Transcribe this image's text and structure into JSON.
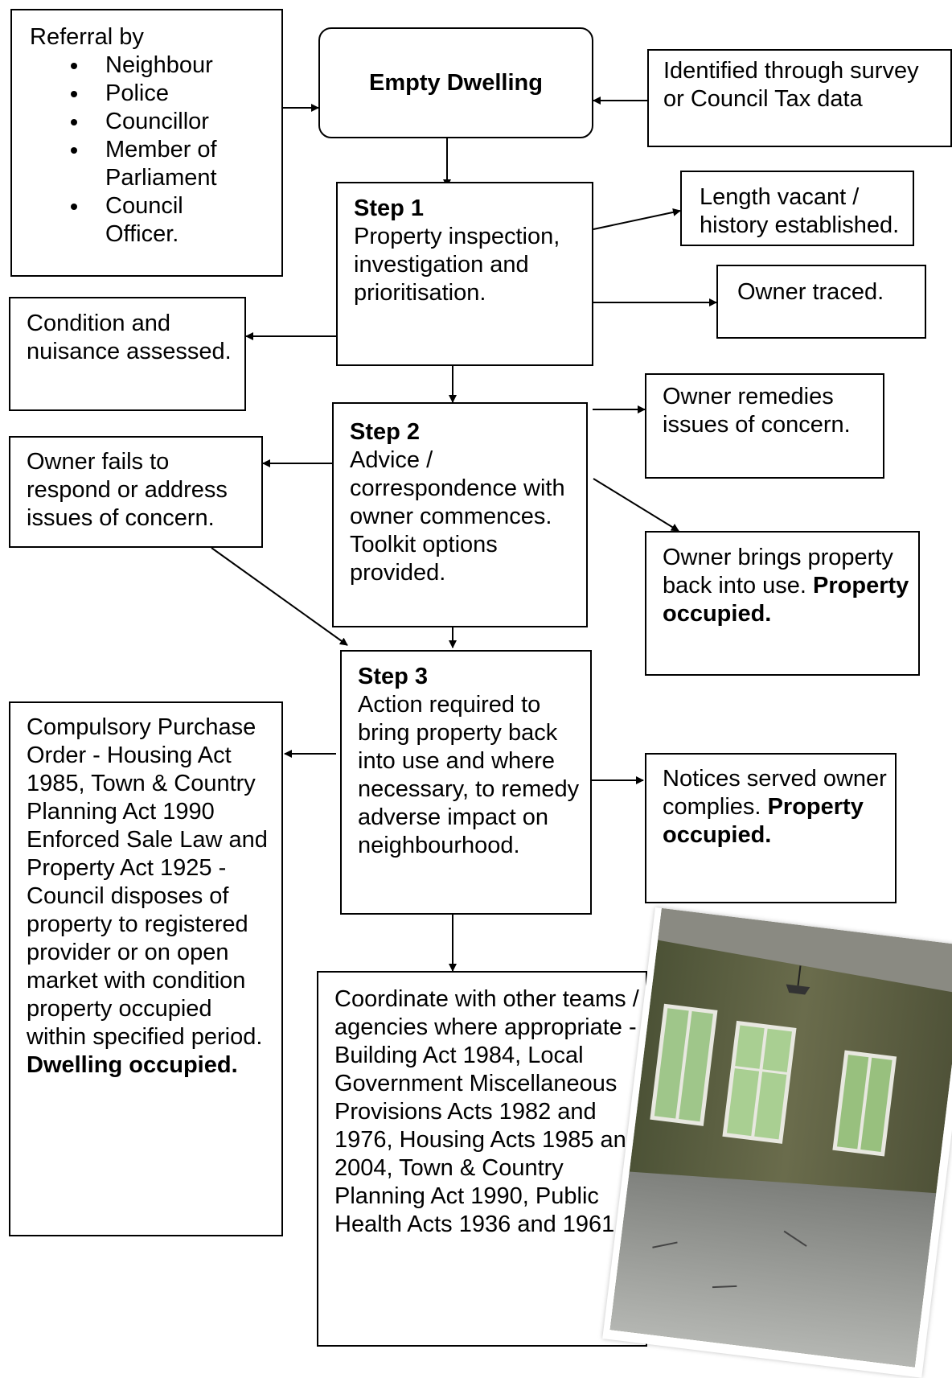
{
  "referral": {
    "title": "Referral by",
    "items": [
      "Neighbour",
      "Police",
      "Councillor",
      "Member of Parliament",
      "Council Officer."
    ]
  },
  "empty_dwelling": "Empty Dwelling",
  "identified": "Identified through survey or Council Tax data",
  "step1": {
    "title": "Step 1",
    "text": "Property inspection, investigation and prioritisation."
  },
  "length_vacant": "Length vacant / history established.",
  "owner_traced": "Owner traced.",
  "condition": "Condition and nuisance assessed.",
  "step2": {
    "title": "Step 2",
    "text": "Advice / correspondence with owner commences. Toolkit options provided."
  },
  "owner_remedies": "Owner remedies issues of concern.",
  "owner_fails": "Owner fails to respond or address issues of concern.",
  "owner_brings": {
    "text": "Owner brings property back into use.",
    "bold": "Property occupied."
  },
  "step3": {
    "title": "Step 3",
    "text": "Action required to bring property back into use and where necessary, to remedy adverse impact on neighbourhood."
  },
  "cpo": {
    "text": "Compulsory Purchase Order - Housing Act 1985, Town & Country Planning Act 1990 Enforced Sale Law and Property Act 1925 - Council disposes of property to registered provider or on open market with condition property occupied within specified period.",
    "bold": "Dwelling occupied."
  },
  "notices": {
    "text": "Notices served owner complies.",
    "bold": "Property occupied."
  },
  "coordinate": "Coordinate with other teams / agencies where appropriate - Building Act 1984, Local Government Miscellaneous Provisions Acts 1982 and 1976, Housing Acts 1985 and 2004, Town & Country Planning Act 1990, Public Health Acts 1936 and 1961.",
  "photo": {
    "icon": "empty-room-photo"
  }
}
